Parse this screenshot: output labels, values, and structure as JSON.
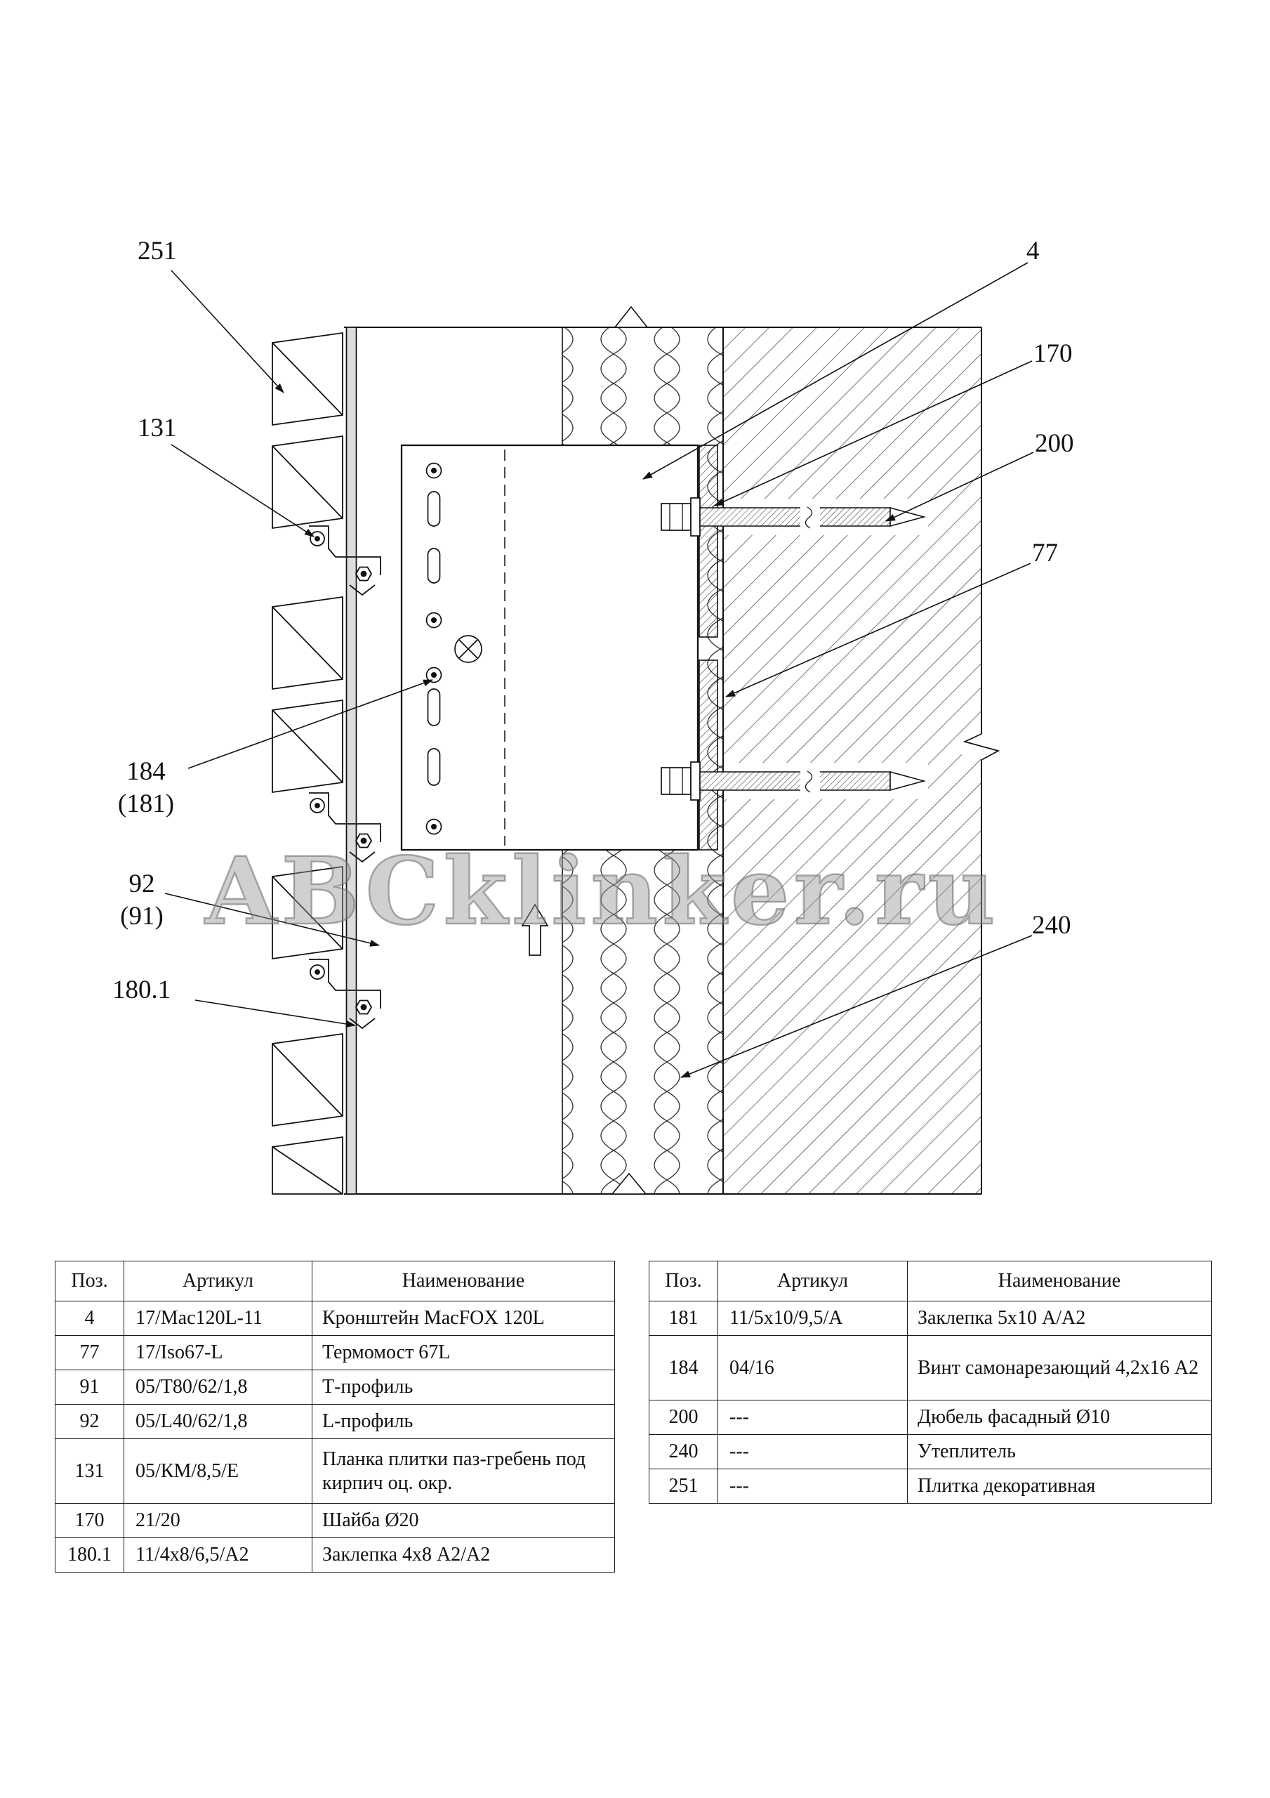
{
  "watermark": "ABCklinker.ru",
  "callouts": {
    "c251": "251",
    "c131": "131",
    "c184": "184",
    "c184b": "(181)",
    "c92": "92",
    "c92b": "(91)",
    "c180_1": "180.1",
    "c4": "4",
    "c170": "170",
    "c200": "200",
    "c77": "77",
    "c240": "240"
  },
  "tables": {
    "left": {
      "headers": {
        "pos": "Поз.",
        "art": "Артикул",
        "name": "Наименование"
      },
      "rows": [
        {
          "pos": "4",
          "art": "17/Mac120L-11",
          "name": "Кронштейн MacFOX 120L"
        },
        {
          "pos": "77",
          "art": "17/Iso67-L",
          "name": "Термомост 67L"
        },
        {
          "pos": "91",
          "art": "05/Т80/62/1,8",
          "name": "Т-профиль"
        },
        {
          "pos": "92",
          "art": "05/L40/62/1,8",
          "name": "L-профиль"
        },
        {
          "pos": "131",
          "art": "05/КМ/8,5/Е",
          "name": "Планка плитки паз-гребень под кирпич оц. окр."
        },
        {
          "pos": "170",
          "art": "21/20",
          "name": "Шайба Ø20"
        },
        {
          "pos": "180.1",
          "art": "11/4х8/6,5/А2",
          "name": "Заклепка 4х8 А2/А2"
        }
      ]
    },
    "right": {
      "headers": {
        "pos": "Поз.",
        "art": "Артикул",
        "name": "Наименование"
      },
      "rows": [
        {
          "pos": "181",
          "art": "11/5х10/9,5/А",
          "name": "Заклепка 5х10 А/А2"
        },
        {
          "pos": "184",
          "art": "04/16",
          "name": "Винт самонарезающий 4,2х16 А2"
        },
        {
          "pos": "200",
          "art": "---",
          "name": "Дюбель фасадный Ø10"
        },
        {
          "pos": "240",
          "art": "---",
          "name": "Утеплитель"
        },
        {
          "pos": "251",
          "art": "---",
          "name": "Плитка декоративная"
        }
      ]
    }
  }
}
